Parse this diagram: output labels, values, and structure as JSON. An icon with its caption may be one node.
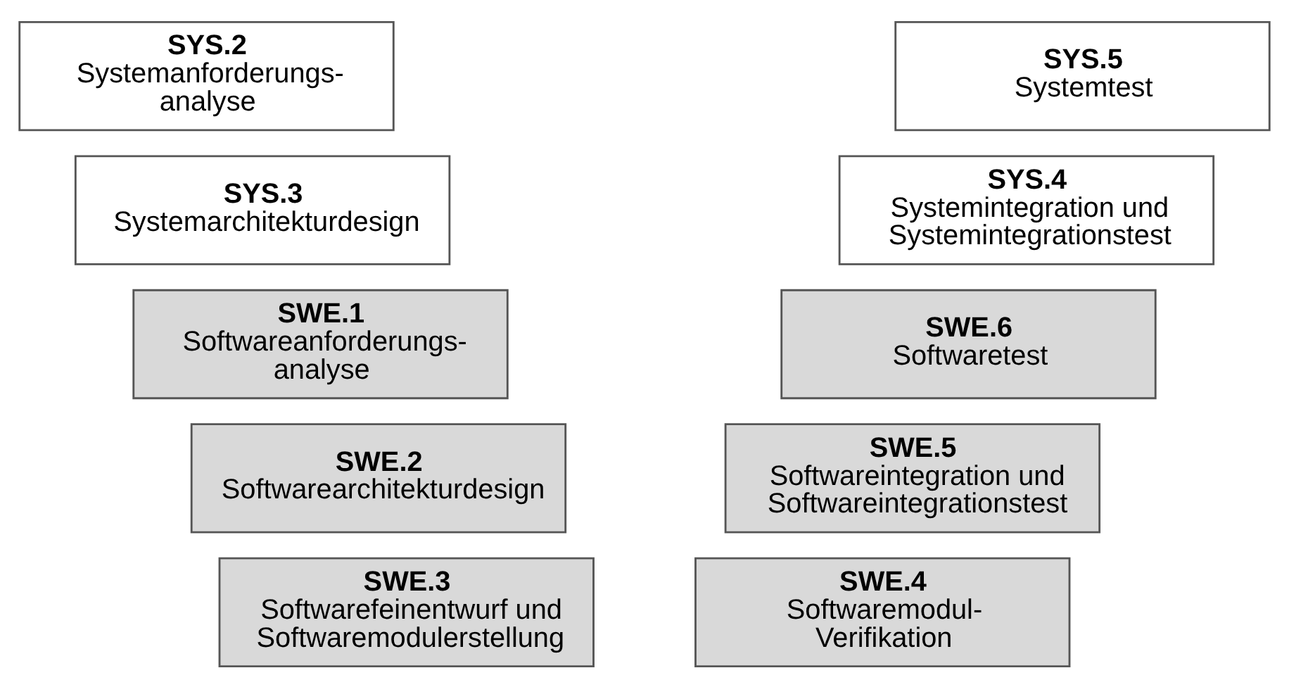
{
  "diagram": {
    "nodes": [
      {
        "text": [
          "SYS.2",
          "Systemanforderungs- analyse"
        ]
      },
      {
        "text": [
          "SYS.5",
          "Systemtest"
        ]
      },
      {
        "text": [
          "SYS.3",
          "Systemarchitekturdesign"
        ]
      },
      {
        "text": [
          "SYS.4",
          "Systemintegration und Systemintegrationstest"
        ]
      },
      {
        "text": [
          "SWE.1",
          "Softwareanforderungs- analyse"
        ]
      },
      {
        "text": [
          "SWE.6",
          "Softwaretest"
        ]
      },
      {
        "text": [
          "SWE.2",
          "Softwarearchitekturdesign"
        ]
      },
      {
        "text": [
          "SWE.5",
          "Softwareintegration und Softwareintegrationstest"
        ]
      },
      {
        "text": [
          "SWE.3",
          "Softwarefeinentwurf und Softwaremodulerstellung"
        ]
      },
      {
        "text": [
          "SWE.4",
          "Softwaremodul- Verifikation"
        ]
      }
    ]
  }
}
